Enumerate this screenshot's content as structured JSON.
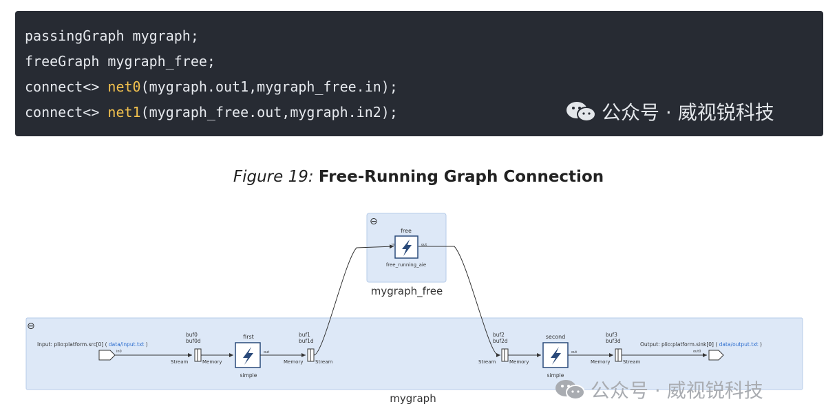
{
  "code": {
    "lines": [
      {
        "pre": "passingGraph mygraph;",
        "fn": "",
        "post": ""
      },
      {
        "pre": "freeGraph mygraph_free;",
        "fn": "",
        "post": ""
      },
      {
        "pre": "connect<> ",
        "fn": "net0",
        "post": "(mygraph.out1,mygraph_free.in);"
      },
      {
        "pre": "connect<> ",
        "fn": "net1",
        "post": "(mygraph_free.out,mygraph.in2);"
      }
    ],
    "function_color": "#f2c14e"
  },
  "watermark": {
    "text": "公众号 · 威视锐科技",
    "icon": "wechat-icon"
  },
  "figure": {
    "number": "Figure 19:",
    "title": "Free-Running Graph Connection"
  },
  "diagram": {
    "free_graph": {
      "name": "mygraph_free",
      "kernel_title": "free",
      "kernel_sub": "free_running_aie",
      "in_port": "in",
      "out_port": "out"
    },
    "main_graph": {
      "name": "mygraph",
      "input_label": "Input: plio:platform.src[0] (",
      "input_link": "data/input.txt",
      "input_close": ")",
      "input_port": "in0",
      "output_label": "Output: plio:platform.sink[0] (",
      "output_link": "data/output.txt",
      "output_close": ")",
      "output_port": "out0",
      "kernel1_title": "first",
      "kernel1_sub": "simple",
      "kernel2_title": "second",
      "kernel2_sub": "simple",
      "out_port": "out",
      "buffers": {
        "b0": [
          "buf0",
          "buf0d"
        ],
        "b1": [
          "buf1",
          "buf1d"
        ],
        "b2": [
          "buf2",
          "buf2d"
        ],
        "b3": [
          "buf3",
          "buf3d"
        ]
      },
      "stream": "Stream",
      "memory": "Memory"
    },
    "collapse_symbol": "⊖"
  }
}
